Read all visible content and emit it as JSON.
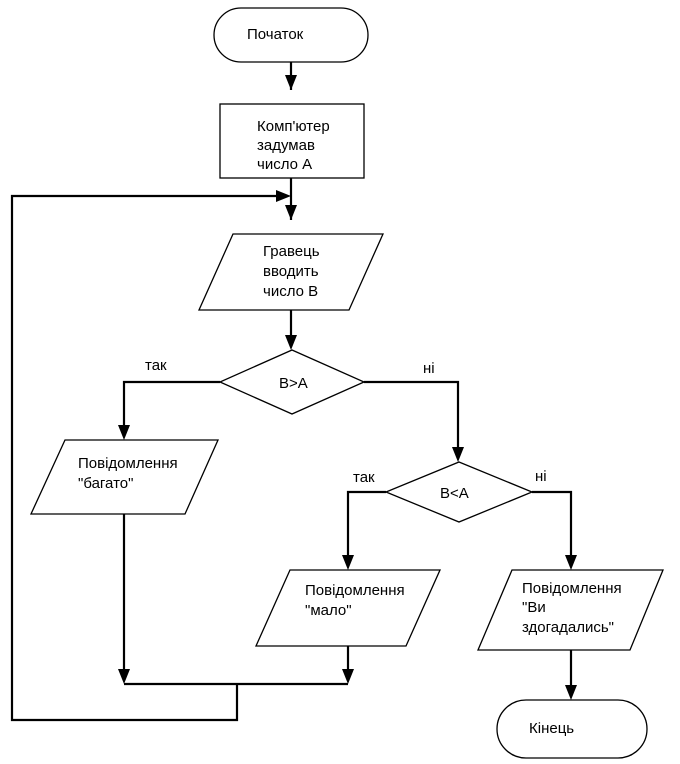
{
  "flowchart": {
    "start": "Початок",
    "computer_thought": [
      "Комп'ютер",
      "задумав",
      "число А"
    ],
    "player_input": [
      "Гравець",
      "вводить",
      "число В"
    ],
    "decision_greater": "В>А",
    "decision_less": "В<А",
    "yes_label": "так",
    "no_label": "ні",
    "msg_too_big": [
      "Повідомлення",
      "\"багато\""
    ],
    "msg_too_small": [
      "Повідомлення",
      "\"мало\""
    ],
    "msg_guessed": [
      "Повідомлення",
      "\"Ви",
      "здогадались\""
    ],
    "end": "Кінець"
  }
}
